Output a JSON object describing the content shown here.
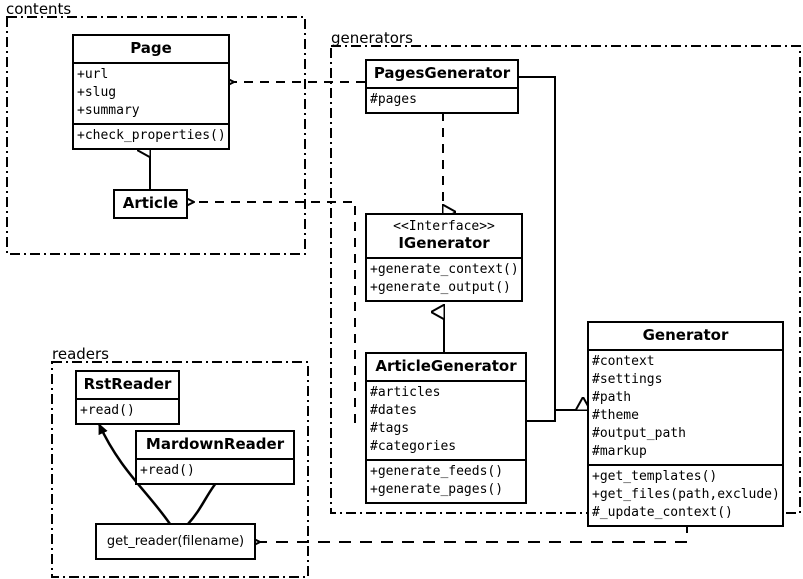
{
  "diagram": {
    "type": "uml-class-diagram",
    "packages": [
      {
        "id": "contents",
        "label": "contents"
      },
      {
        "id": "generators",
        "label": "generators"
      },
      {
        "id": "readers",
        "label": "readers"
      }
    ]
  },
  "classes": {
    "page": {
      "name": "Page",
      "attributes": [
        "+url",
        "+slug",
        "+summary"
      ],
      "methods": [
        "+check_properties()"
      ]
    },
    "article": {
      "name": "Article",
      "attributes": [],
      "methods": []
    },
    "pages_generator": {
      "name": "PagesGenerator",
      "attributes": [
        "#pages"
      ],
      "methods": []
    },
    "igenerator": {
      "stereotype": "<<Interface>>",
      "name": "IGenerator",
      "attributes": [],
      "methods": [
        "+generate_context()",
        "+generate_output()"
      ]
    },
    "article_generator": {
      "name": "ArticleGenerator",
      "attributes": [
        "#articles",
        "#dates",
        "#tags",
        "#categories"
      ],
      "methods": [
        "+generate_feeds()",
        "+generate_pages()"
      ]
    },
    "generator": {
      "name": "Generator",
      "attributes": [
        "#context",
        "#settings",
        "#path",
        "#theme",
        "#output_path",
        "#markup"
      ],
      "methods": [
        "+get_templates()",
        "+get_files(path,exclude)",
        "#_update_context()"
      ]
    },
    "rst_reader": {
      "name": "RstReader",
      "attributes": [],
      "methods": [
        "+read()"
      ]
    },
    "mardown_reader": {
      "name": "MardownReader",
      "attributes": [],
      "methods": [
        "+read()"
      ]
    },
    "get_reader": {
      "name": "get_reader(filename)"
    }
  },
  "colors": {
    "line": "#000000",
    "background": "#ffffff",
    "text": "#000000"
  }
}
